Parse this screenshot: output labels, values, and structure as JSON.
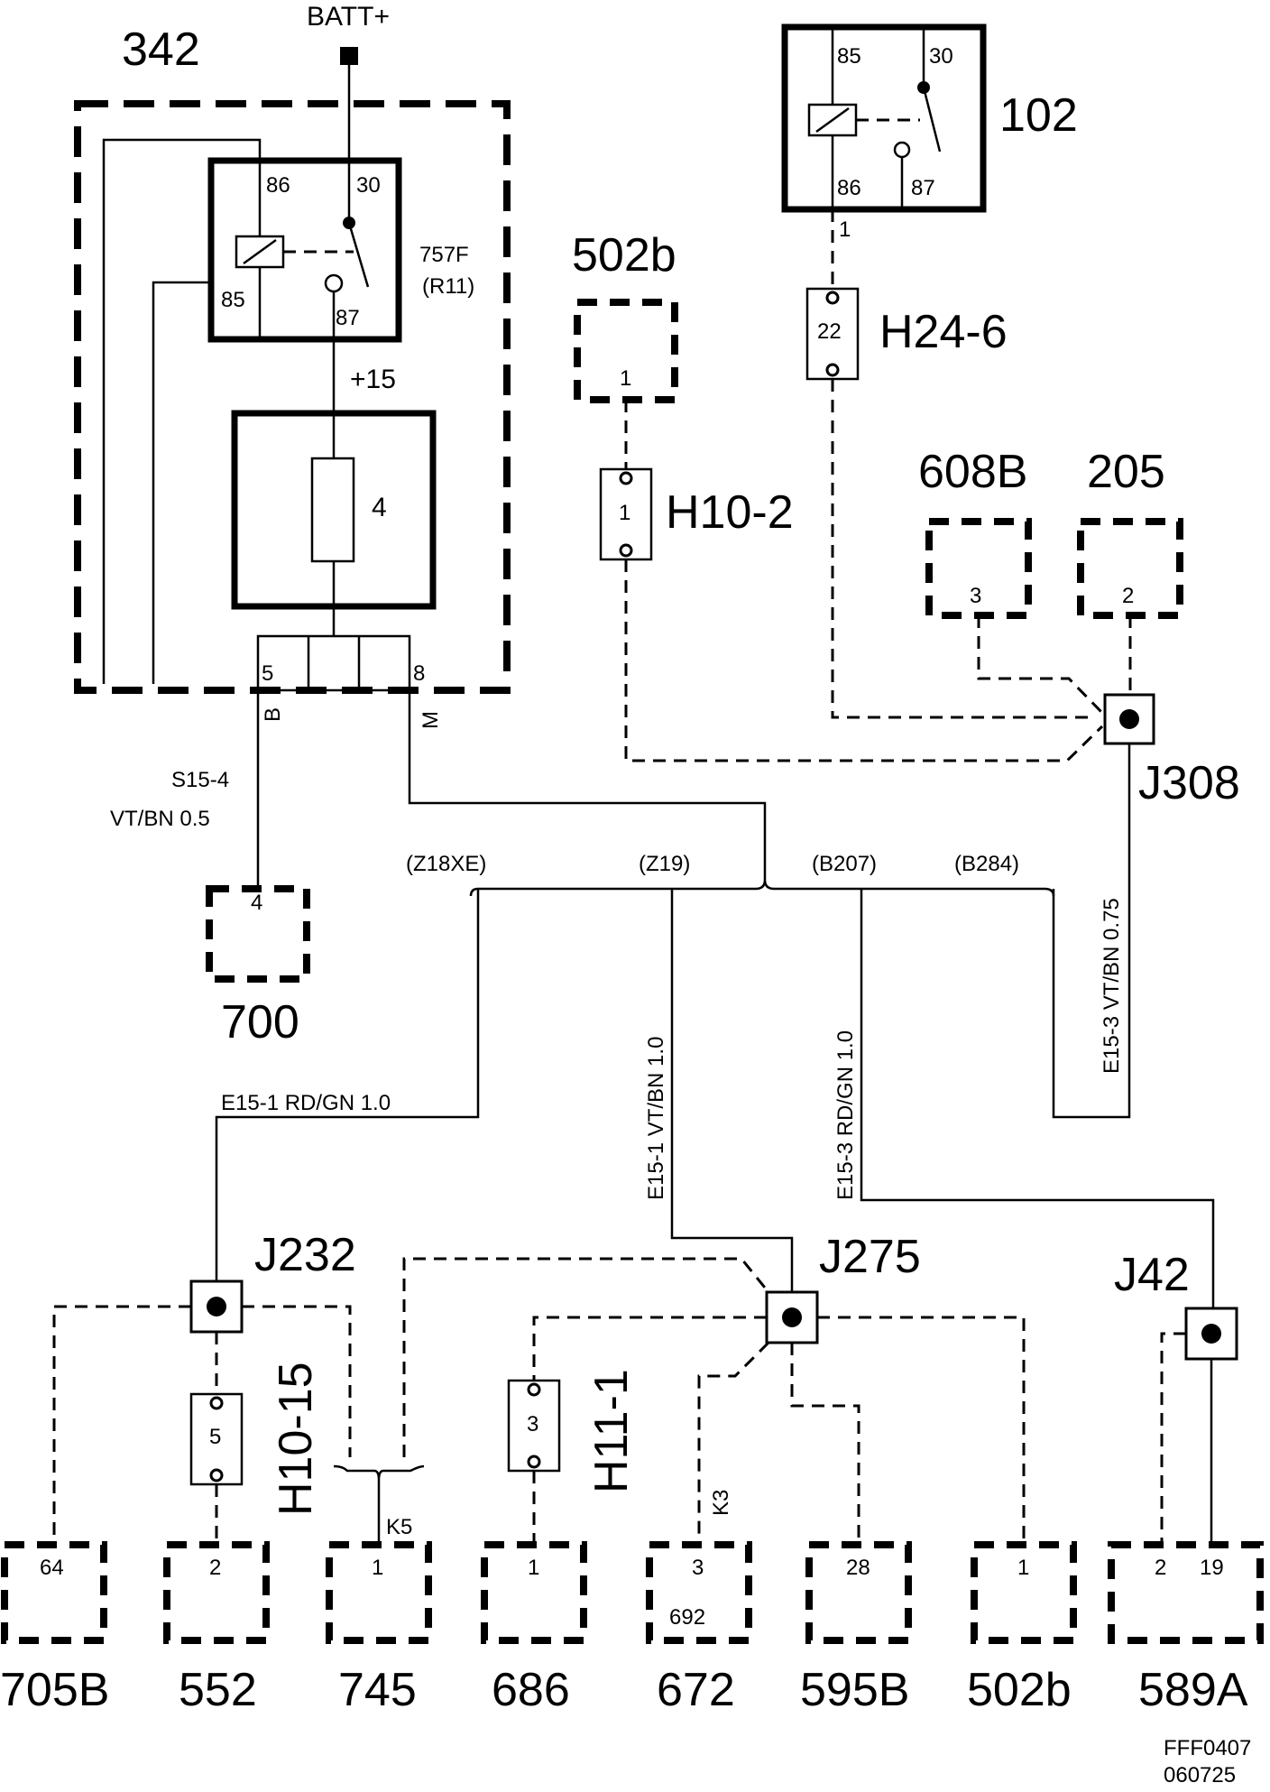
{
  "components": {
    "c342": "342",
    "batt": "BATT+",
    "relay757f": {
      "pin86": "86",
      "pin30": "30",
      "pin85": "85",
      "pin87": "87",
      "name": "757F",
      "sub": "(R11)"
    },
    "plus15": "+15",
    "fuse": "4",
    "pin5": "5",
    "pin8": "8",
    "pinB": "B",
    "pinM": "M",
    "relay102": {
      "pin85": "85",
      "pin30": "30",
      "pin86": "86",
      "pin87": "87",
      "name": "102",
      "pin1": "1"
    },
    "c502b_top": "502b",
    "c502b_top_pin": "1",
    "h10_2": "H10-2",
    "h10_2_pin": "1",
    "h24_6": "H24-6",
    "h24_6_pin": "22",
    "c608b": "608B",
    "c608b_pin": "3",
    "c205": "205",
    "c205_pin": "2",
    "j308": "J308",
    "c700": "700",
    "c700_pin": "4",
    "j232": "J232",
    "j275": "J275",
    "j42": "J42",
    "h10_15": "H10-15",
    "h10_15_pin": "5",
    "h11_1": "H11-1",
    "h11_1_pin": "3",
    "k5": "K5",
    "k3": "K3"
  },
  "wires": {
    "s15_4": "S15-4",
    "s15_4_color": "VT/BN 0.5",
    "v_z18xe": "(Z18XE)",
    "v_z19": "(Z19)",
    "v_b207": "(B207)",
    "v_b284": "(B284)",
    "e15_1_left": "E15-1  RD/GN  1.0",
    "e15_1_mid": "E15-1  VT/BN  1.0",
    "e15_3_mid": "E15-3  RD/GN  1.0",
    "e15_3_right": "E15-3   VT/BN   0.75"
  },
  "bottom": [
    {
      "pin": "64",
      "name": "705B"
    },
    {
      "pin": "2",
      "name": "552"
    },
    {
      "pin": "1",
      "name": "745"
    },
    {
      "pin": "1",
      "name": "686"
    },
    {
      "pin": "3",
      "sub": "692",
      "name": "672"
    },
    {
      "pin": "28",
      "name": "595B"
    },
    {
      "pin": "1",
      "name": "502b"
    },
    {
      "pin": "2",
      "pin2": "19",
      "name": "589A"
    }
  ],
  "footer": {
    "code": "FFF0407",
    "date": "060725"
  }
}
